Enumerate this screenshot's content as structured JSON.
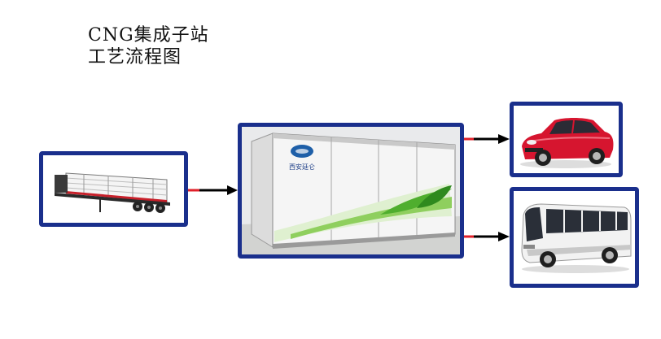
{
  "title": {
    "line1": "CNG集成子站",
    "line2": "工艺流程图"
  },
  "nodes": {
    "trailer": {
      "icon": "tube-trailer-icon"
    },
    "station": {
      "icon": "cng-station-container-icon",
      "logo_text": "西安廷仑"
    },
    "car": {
      "icon": "sedan-car-icon"
    },
    "bus": {
      "icon": "coach-bus-icon"
    }
  },
  "colors": {
    "box_border": "#1a2f8c",
    "arrow_line": "#e0202a",
    "arrow_head": "#000000",
    "car_body": "#d6152f",
    "leaf_green": "#4fae2e"
  }
}
